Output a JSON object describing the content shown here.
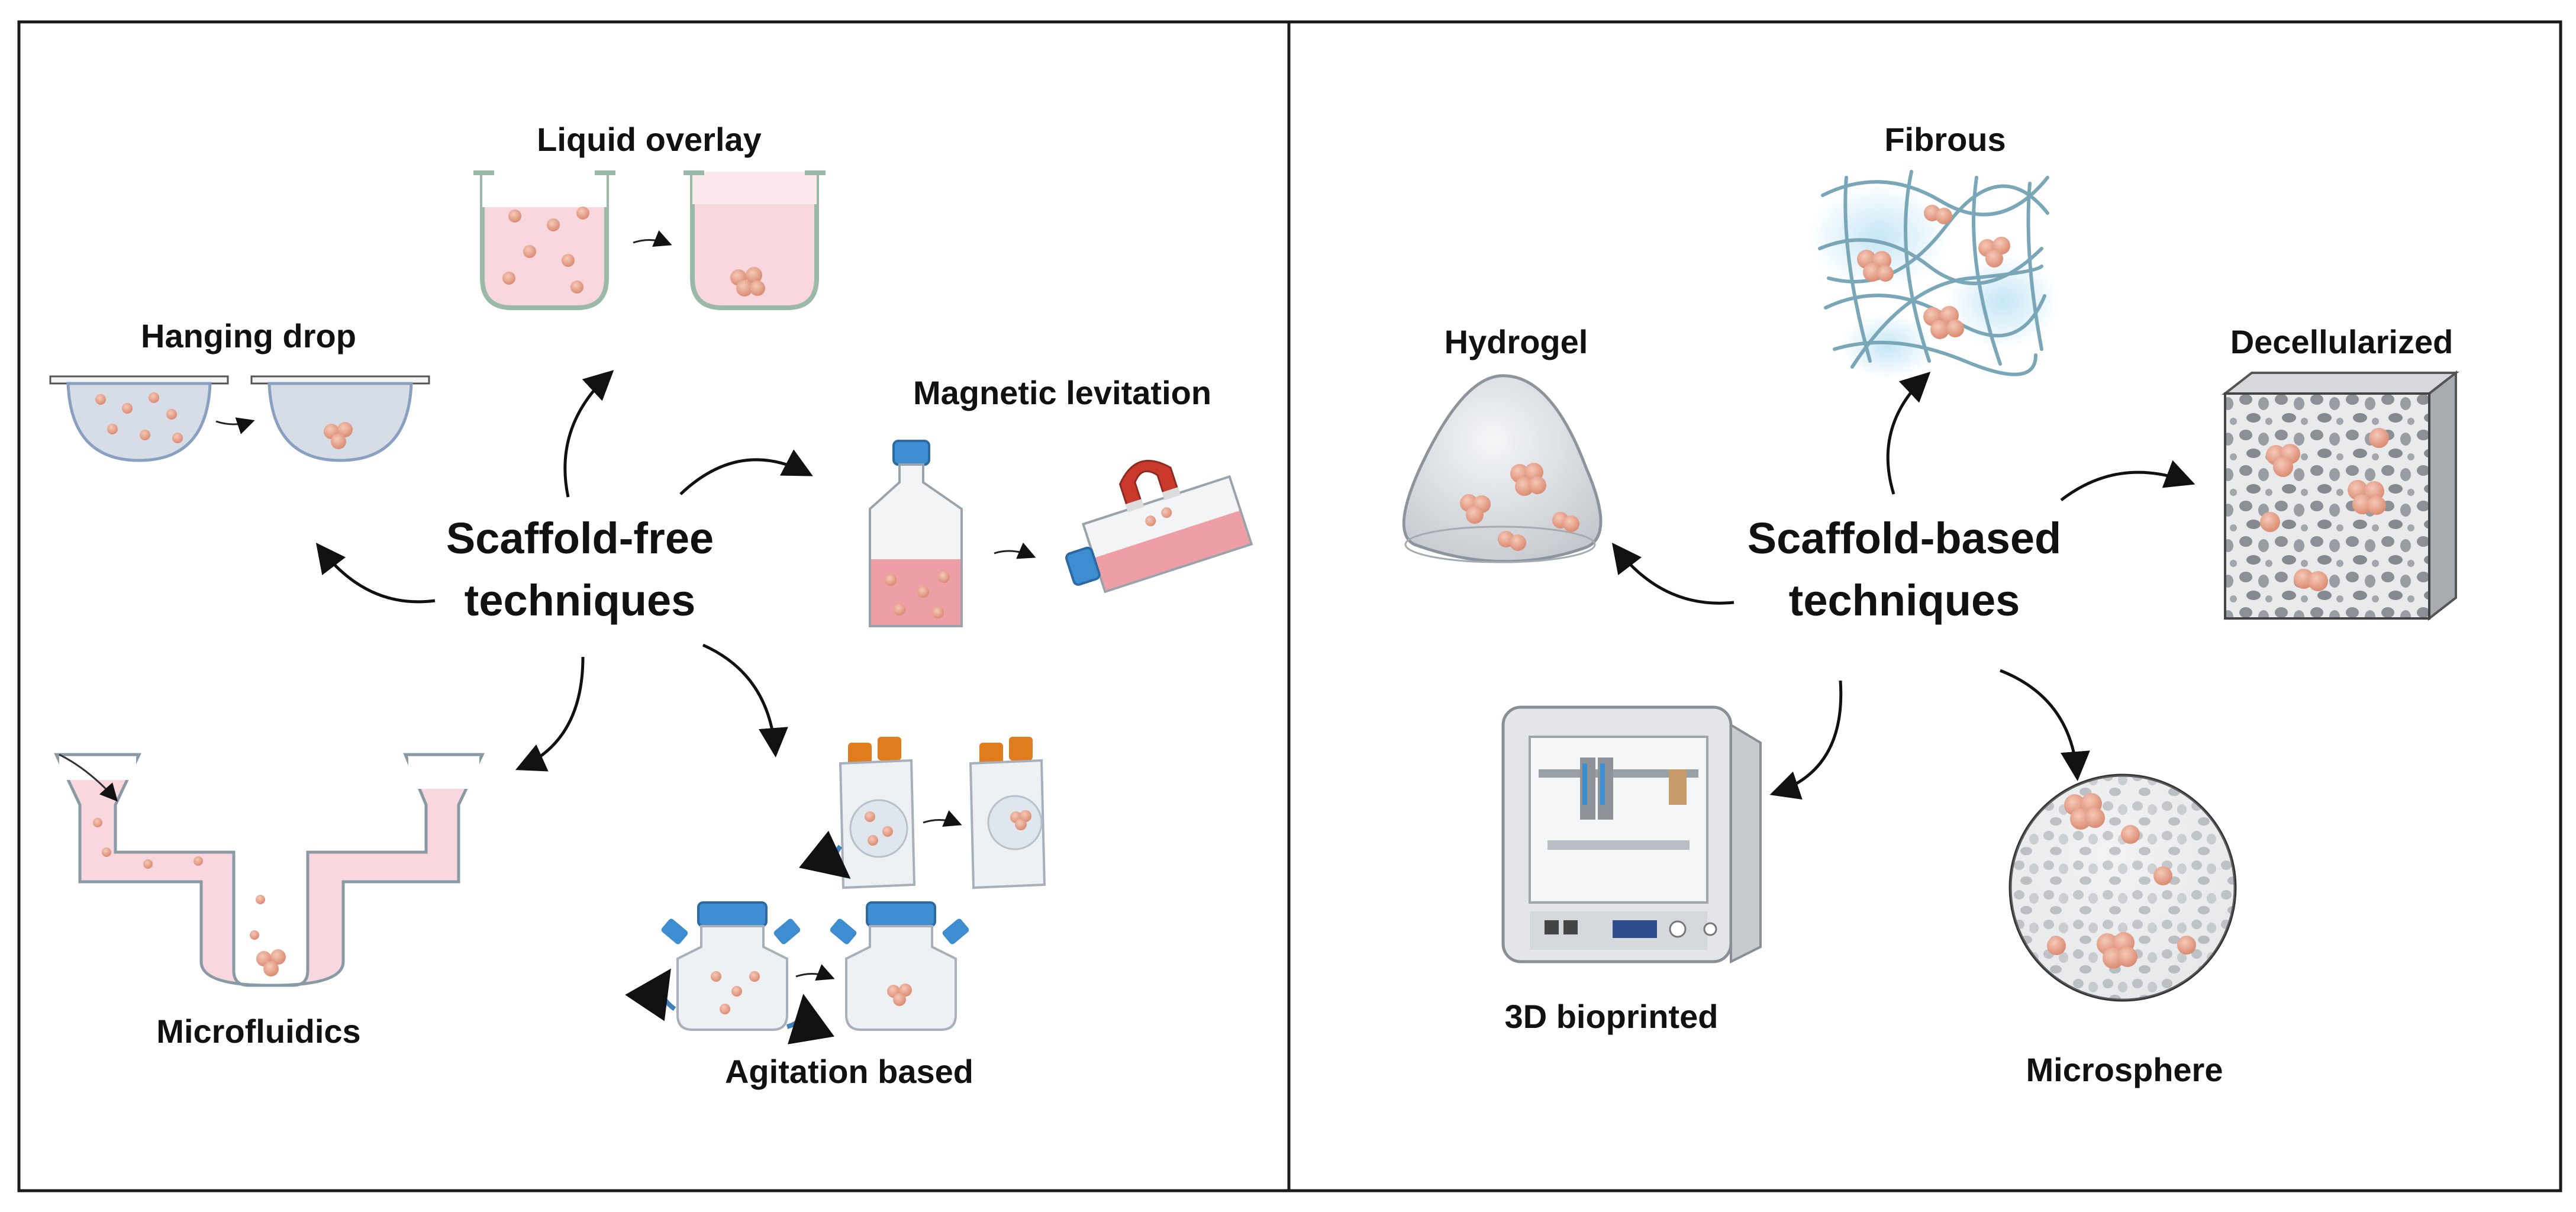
{
  "panels": [
    {
      "id": "scaffold-free",
      "center_label_line1": "Scaffold-free",
      "center_label_line2": "techniques",
      "methods": [
        "Liquid overlay",
        "Hanging drop",
        "Magnetic levitation",
        "Microfluidics",
        "Agitation based"
      ]
    },
    {
      "id": "scaffold-based",
      "center_label_line1": "Scaffold-based",
      "center_label_line2": "techniques",
      "methods": [
        "Fibrous",
        "Hydrogel",
        "Decellularized",
        "3D bioprinted",
        "Microsphere"
      ]
    }
  ],
  "colors": {
    "border": "#1a1a1a",
    "medium_pink": "#f8d7df",
    "cell": "#e8a58d",
    "cap_blue": "#3f8dd1",
    "cap_orange": "#e07b1e",
    "glass": "#dfe3e8",
    "fiber": "#7aa7b8",
    "scaffold_gray": "#b9bcc1"
  }
}
